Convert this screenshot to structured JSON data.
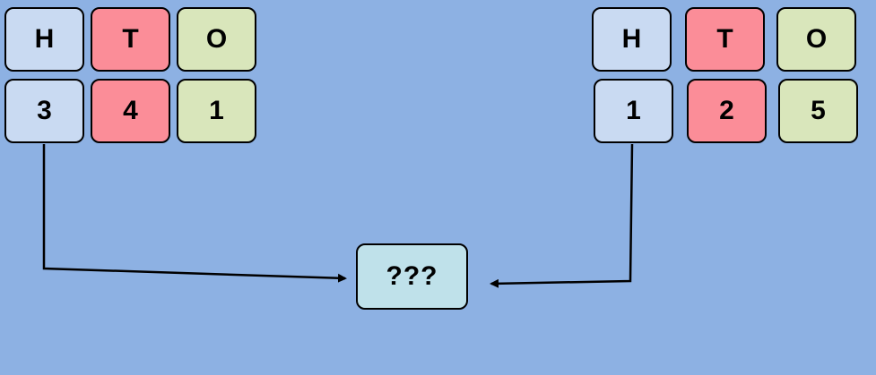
{
  "left_group": {
    "headers": {
      "h": "H",
      "t": "T",
      "o": "O"
    },
    "digits": {
      "h": "3",
      "t": "4",
      "o": "1"
    }
  },
  "right_group": {
    "headers": {
      "h": "H",
      "t": "T",
      "o": "O"
    },
    "digits": {
      "h": "1",
      "t": "2",
      "o": "5"
    }
  },
  "result": {
    "label": "???"
  },
  "colors": {
    "background": "#8db1e3",
    "hundreds": "#c9daf2",
    "tens": "#fb8d98",
    "ones": "#d9e6bb",
    "result": "#bfe1ea"
  }
}
